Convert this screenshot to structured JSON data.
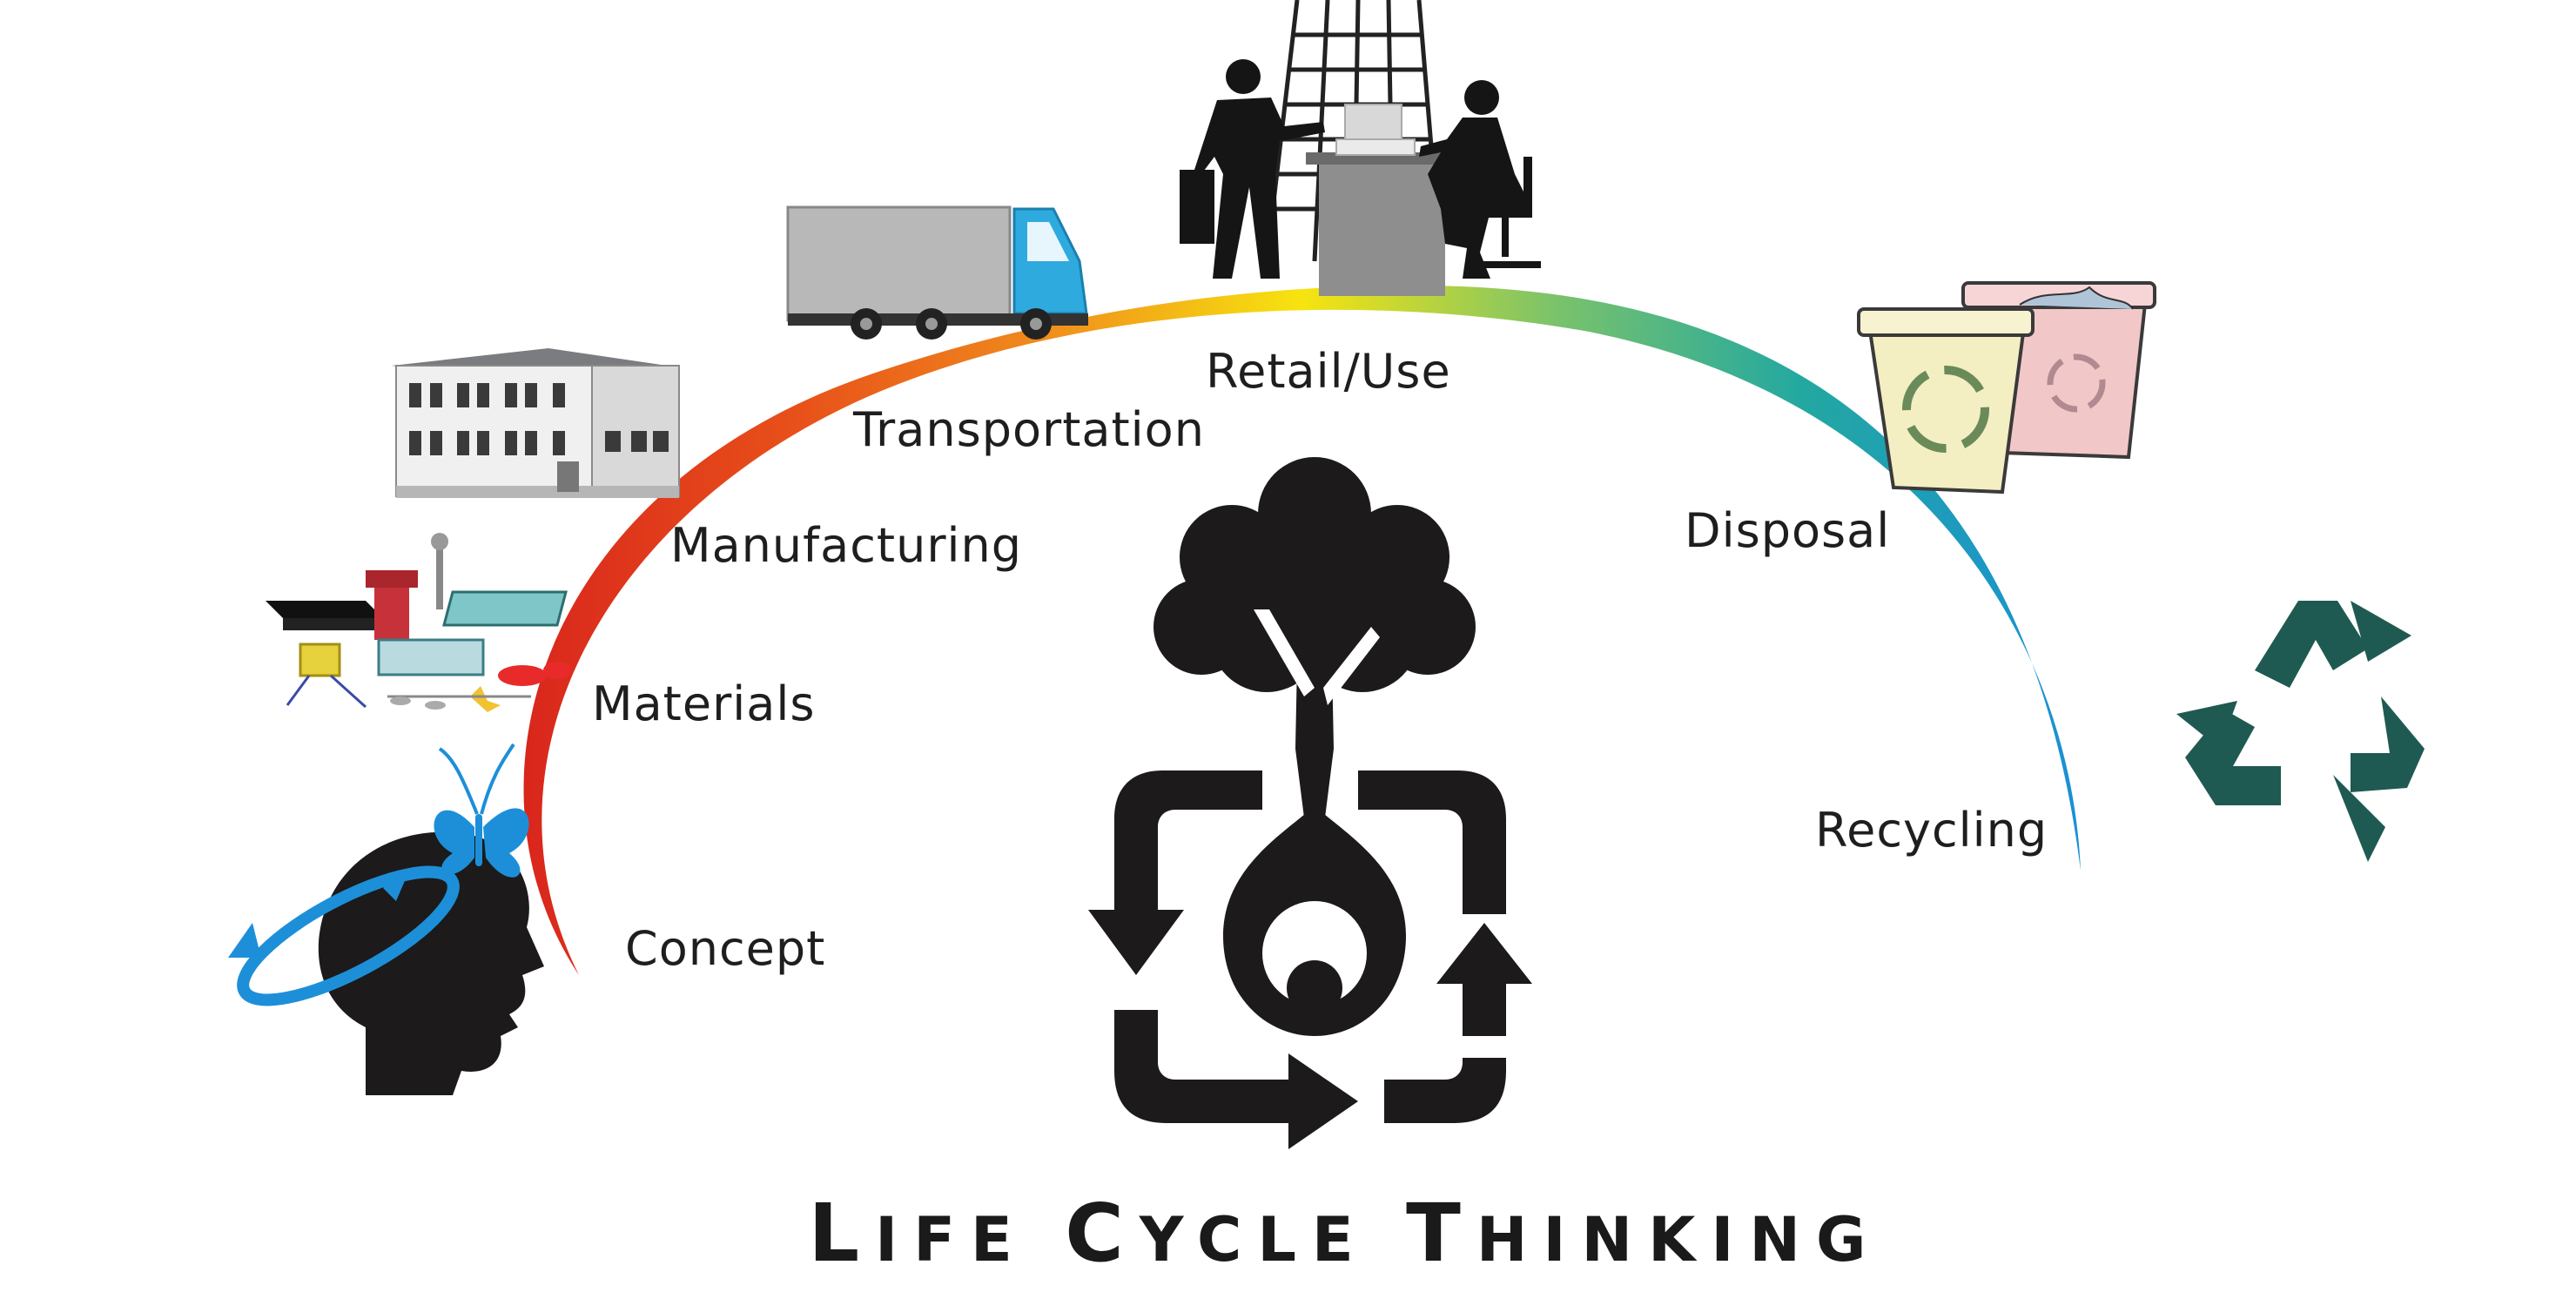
{
  "title": {
    "main": "LIFE CYCLE THINKING",
    "first_letters": [
      "L",
      "C",
      "T"
    ]
  },
  "stages": [
    {
      "id": "concept",
      "label": "Concept",
      "icon": "head-with-idea-icon"
    },
    {
      "id": "materials",
      "label": "Materials",
      "icon": "components-icon"
    },
    {
      "id": "manufacturing",
      "label": "Manufacturing",
      "icon": "factory-building-icon"
    },
    {
      "id": "transportation",
      "label": "Transportation",
      "icon": "truck-icon"
    },
    {
      "id": "retail_use",
      "label": "Retail/Use",
      "icon": "shop-people-icon"
    },
    {
      "id": "disposal",
      "label": "Disposal",
      "icon": "recycling-bins-icon"
    },
    {
      "id": "recycling",
      "label": "Recycling",
      "icon": "recycle-symbol-icon"
    }
  ],
  "center_icon": "tree-cycle-icon",
  "colors": {
    "arc_start": "#d9261c",
    "arc_orange": "#f08a1c",
    "arc_yellow": "#f7e40f",
    "arc_green": "#7cc36a",
    "arc_teal": "#23a8a0",
    "arc_end": "#1a8fd6",
    "icon_dark": "#1c1a1a",
    "recycle_green": "#1f5a52",
    "truck_blue": "#2eaadf",
    "butterfly_blue": "#1d8fd8",
    "text": "#1e1e1e"
  }
}
